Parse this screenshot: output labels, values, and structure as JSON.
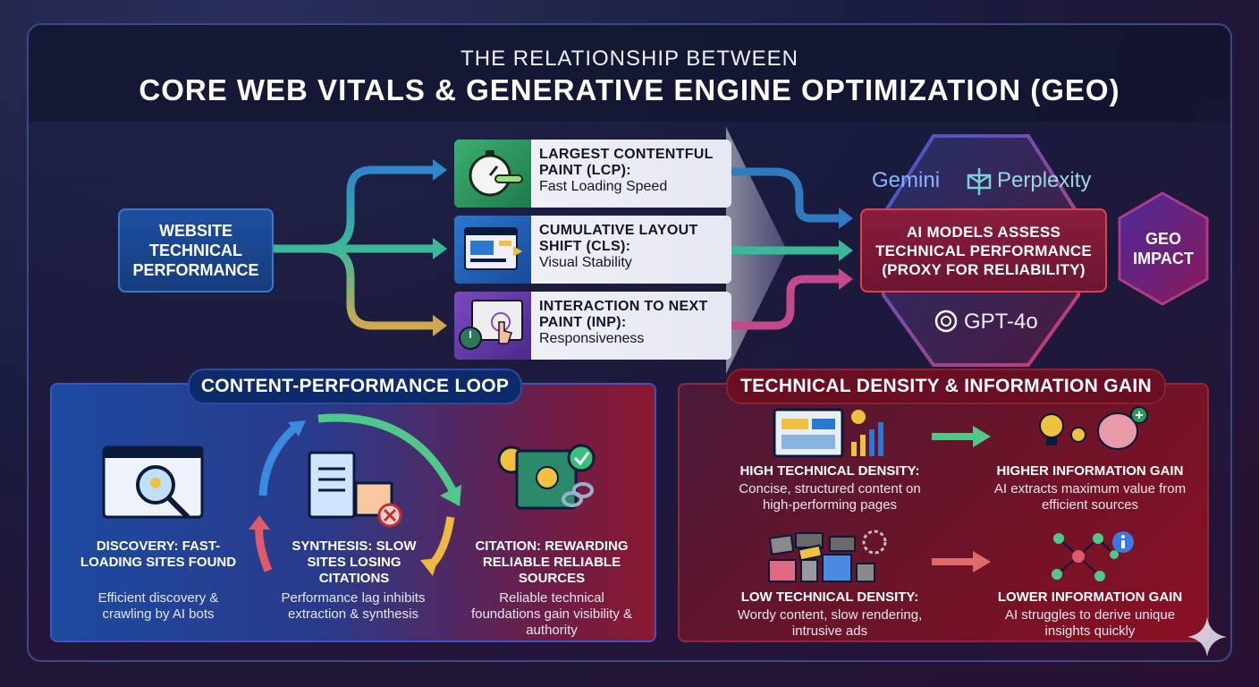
{
  "header": {
    "subtitle": "THE RELATIONSHIP BETWEEN",
    "title": "CORE WEB VITALS & GENERATIVE ENGINE OPTIMIZATION (GEO)"
  },
  "flow": {
    "source": "WEBSITE TECHNICAL PERFORMANCE",
    "metrics": [
      {
        "title": "LARGEST CONTENTFUL PAINT (LCP):",
        "desc": "Fast Loading Speed",
        "icon": "stopwatch-icon",
        "color": "#2f9a5a"
      },
      {
        "title": "CUMULATIVE LAYOUT SHIFT (CLS):",
        "desc": "Visual Stability",
        "icon": "layout-shift-icon",
        "color": "#1f5fb4"
      },
      {
        "title": "INTERACTION TO NEXT PAINT (INP):",
        "desc": "Responsiveness",
        "icon": "tap-interaction-icon",
        "color": "#6a3ab0"
      }
    ],
    "ai_models": [
      "Gemini",
      "Perplexity",
      "GPT-4o"
    ],
    "ai_assess": "AI MODELS ASSESS TECHNICAL PERFORMANCE (PROXY FOR RELIABILITY)",
    "impact": "GEO IMPACT"
  },
  "loop": {
    "title": "CONTENT-PERFORMANCE LOOP",
    "steps": [
      {
        "title": "DISCOVERY: FAST-LOADING SITES FOUND",
        "desc": "Efficient discovery & crawling by AI bots",
        "icon": "search-browser-icon"
      },
      {
        "title": "SYNTHESIS: SLOW SITES LOSING CITATIONS",
        "desc": "Performance lag inhibits extraction & synthesis",
        "icon": "document-synthesis-icon"
      },
      {
        "title": "CITATION: REWARDING RELIABLE RELIABLE SOURCES",
        "desc": "Reliable technical foundations gain visibility & authority",
        "icon": "certificate-link-icon"
      }
    ]
  },
  "density": {
    "title": "TECHNICAL DENSITY & INFORMATION GAIN",
    "rows": [
      {
        "left_title": "HIGH TECHNICAL DENSITY:",
        "left_desc": "Concise, structured content on high-performing pages",
        "right_title": "HIGHER INFORMATION GAIN",
        "right_desc": "AI extracts maximum value from efficient sources",
        "arrow_color": "#4fc88a"
      },
      {
        "left_title": "LOW TECHNICAL DENSITY:",
        "left_desc": "Wordy content, slow rendering, intrusive ads",
        "right_title": "LOWER INFORMATION GAIN",
        "right_desc": "AI struggles to derive unique insights quickly",
        "arrow_color": "#e06a6a"
      }
    ]
  }
}
